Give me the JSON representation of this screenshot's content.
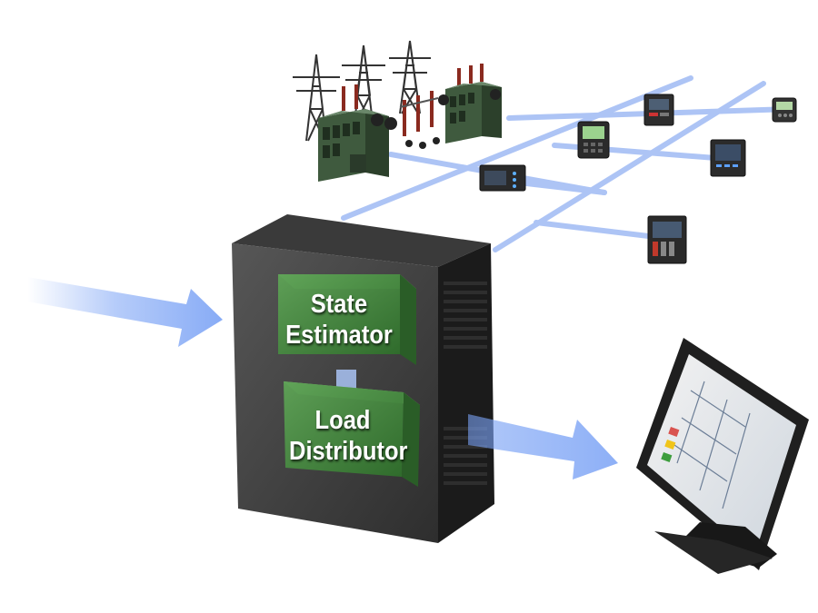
{
  "modules": {
    "state_estimator": {
      "line1": "State",
      "line2": "Estimator"
    },
    "load_distributor": {
      "line1": "Load",
      "line2": "Distributor"
    }
  },
  "colors": {
    "flow_blue": "#7aa2f5",
    "module_green": "#3f8b3a",
    "server_dark": "#2b2b2b",
    "equipment_green": "#4e6a4c"
  },
  "icons": [
    "transmission-tower-icon",
    "transformer-icon",
    "relay-device-icon",
    "server-cabinet-icon",
    "hmi-monitor-icon",
    "flow-arrow-icon"
  ]
}
